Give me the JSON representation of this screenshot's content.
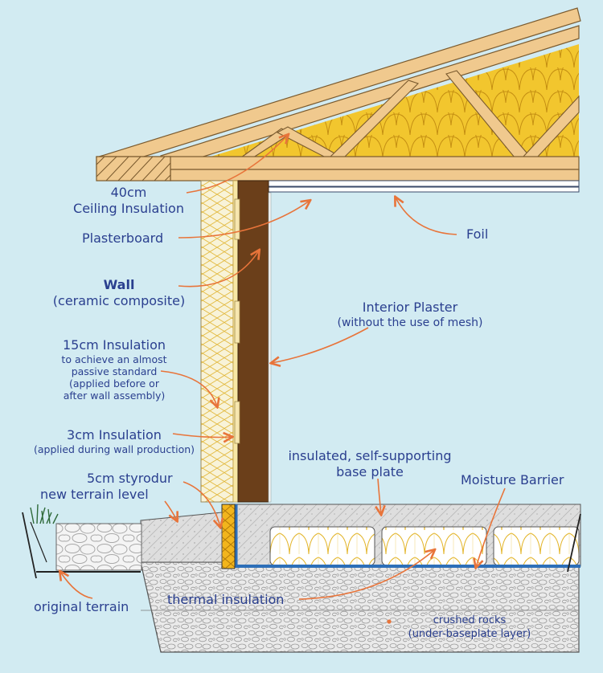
{
  "labels": {
    "ceiling_insulation": [
      "40cm",
      "Ceiling Insulation"
    ],
    "plasterboard": "Plasterboard",
    "foil": "Foil",
    "wall": [
      "Wall",
      "(ceramic composite)"
    ],
    "interior_plaster": [
      "Interior Plaster",
      "(without the use of mesh)"
    ],
    "insulation_15cm": [
      "15cm Insulation",
      "to achieve an almost",
      "passive standard",
      "(applied before or",
      "after wall assembly)"
    ],
    "insulation_3cm": [
      "3cm Insulation",
      "(applied during wall production)"
    ],
    "base_plate": [
      "insulated, self-supporting",
      "base plate"
    ],
    "moisture_barrier": "Moisture Barrier",
    "styrodur": "5cm styrodur",
    "new_terrain": "new terrain level",
    "original_terrain": "original terrain",
    "thermal_insulation": "thermal insulation",
    "crushed_rocks": [
      "crushed rocks",
      "(under-baseplate layer)"
    ]
  },
  "colors": {
    "background": "#d2ebf2",
    "label_text": "#2a3f8f",
    "leader_arrow": "#e8743a",
    "timber": "#f0c98e",
    "timber_outline": "#7a5a2e",
    "insulation": "#f2c62e",
    "wall_core": "#6b3f1a",
    "concrete": "#dcdcdc",
    "gravel": "#e8e8e8",
    "moisture_barrier": "#2d6fb8"
  }
}
